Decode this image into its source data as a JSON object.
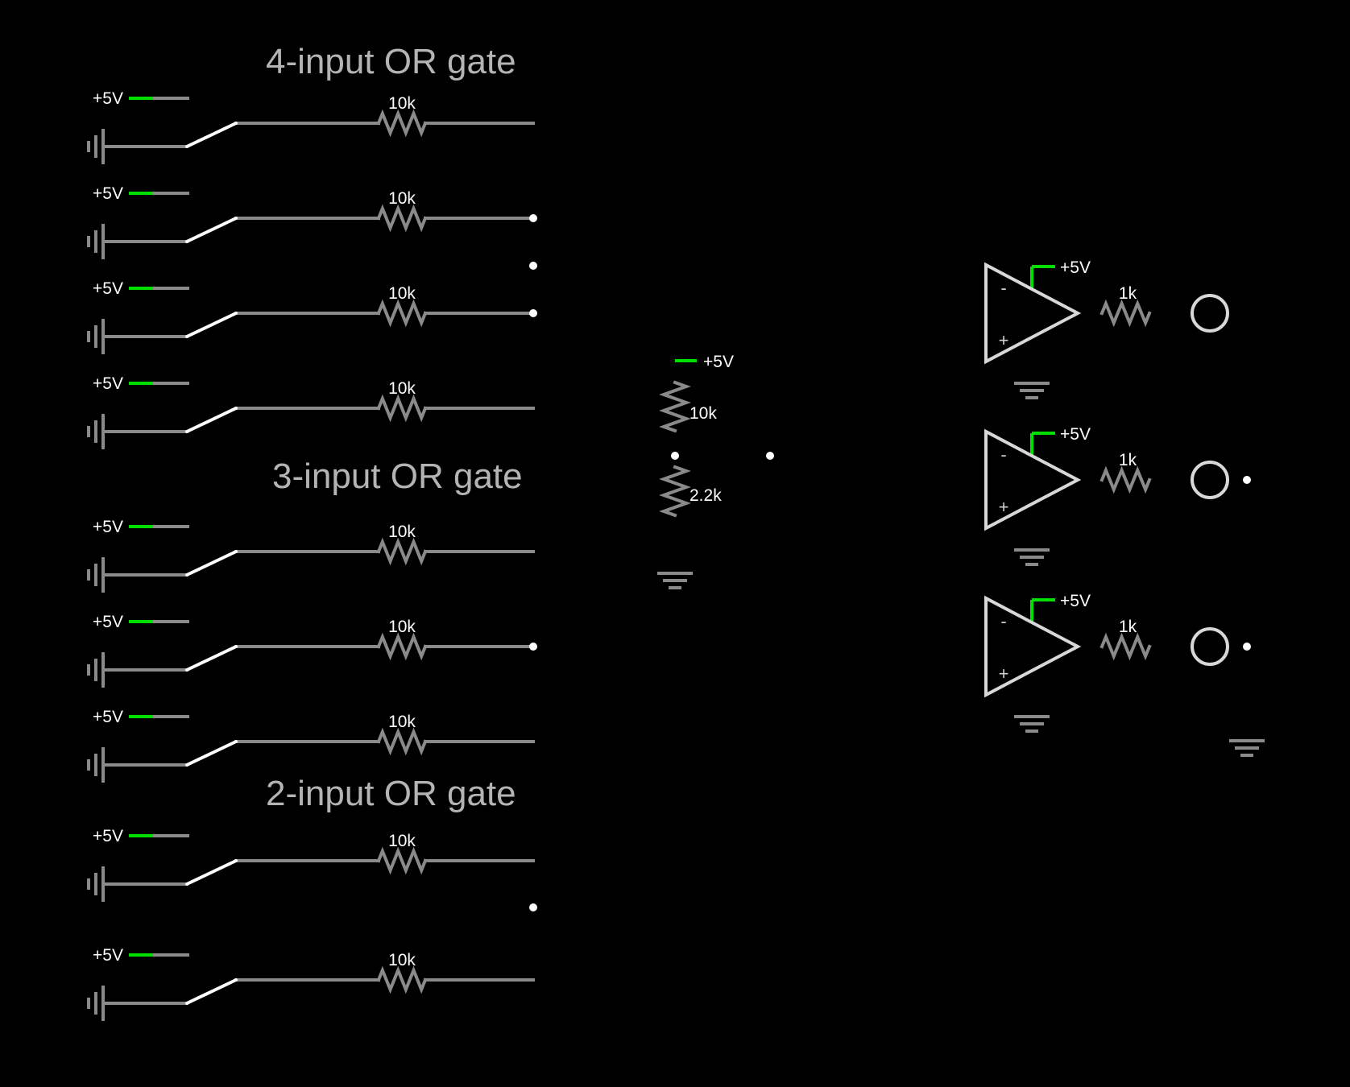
{
  "titles": {
    "or4": "4-input OR gate",
    "or3": "3-input OR gate",
    "or2": "2-input OR gate"
  },
  "labels": {
    "supply": "+5V",
    "input_resistor": "10k",
    "divider_top": "10k",
    "divider_bottom": "2.2k",
    "output_resistor": "1k",
    "minus": "-",
    "plus": "+"
  },
  "colors": {
    "background": "#000000",
    "wire": "#8a8a8a",
    "high_voltage": "#00e000",
    "switch_blade": "#ffffff",
    "node": "#ffffff",
    "title_text": "#b4b4b4",
    "label_text": "#ffffff"
  },
  "icons": [
    "ground-icon",
    "battery-icon",
    "switch-icon",
    "resistor-icon",
    "op-amp-icon",
    "lamp-icon"
  ]
}
